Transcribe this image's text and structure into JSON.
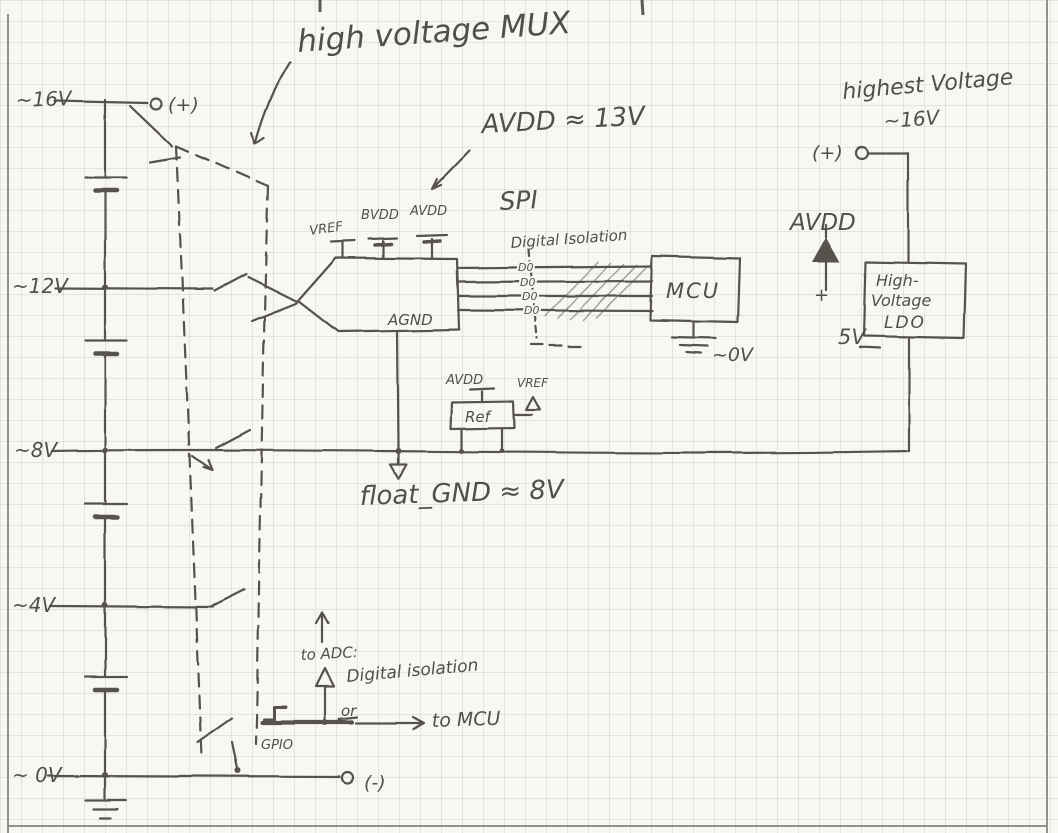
{
  "page": {
    "description": "hand-drawn circuit schematic on graph paper",
    "background": "#f8f7f2",
    "grid_color": "#acb8a6",
    "ink_color": "#56534d"
  },
  "labels": {
    "mux_title": "high voltage MUX",
    "avdd_note": "AVDD ≈ 13V",
    "float_gnd": "float_GND ≈ 8V"
  },
  "battery": {
    "taps": [
      "~16V",
      "~12V",
      "~8V",
      "~4V",
      "~ 0V"
    ],
    "positive": "(+)",
    "negative": "(-)"
  },
  "adc": {
    "pin_vref": "VREF",
    "pin_bvdd": "BVDD",
    "pin_avdd": "AVDD",
    "agnd": "AGND"
  },
  "spi_bus": {
    "label": "SPI",
    "isolation": "Digital Isolation",
    "lines": [
      "D0",
      "D0",
      "D0",
      "D0"
    ]
  },
  "mcu": {
    "label": "MCU",
    "gnd": "~0V"
  },
  "ref": {
    "label": "Ref",
    "avdd": "AVDD",
    "vref": "VREF"
  },
  "ldo": {
    "note_line1": "highest Voltage",
    "note_line2": "~16V",
    "terminal": "(+)",
    "avdd": "AVDD",
    "plus": "+",
    "line1": "High-",
    "line2": "Voltage",
    "line3": "LDO",
    "output": "5V"
  },
  "gpio": {
    "to_adc": "to ADC:",
    "isolation": "Digital isolation",
    "label": "GPIO",
    "or": "or",
    "to_mcu": "to MCU"
  }
}
